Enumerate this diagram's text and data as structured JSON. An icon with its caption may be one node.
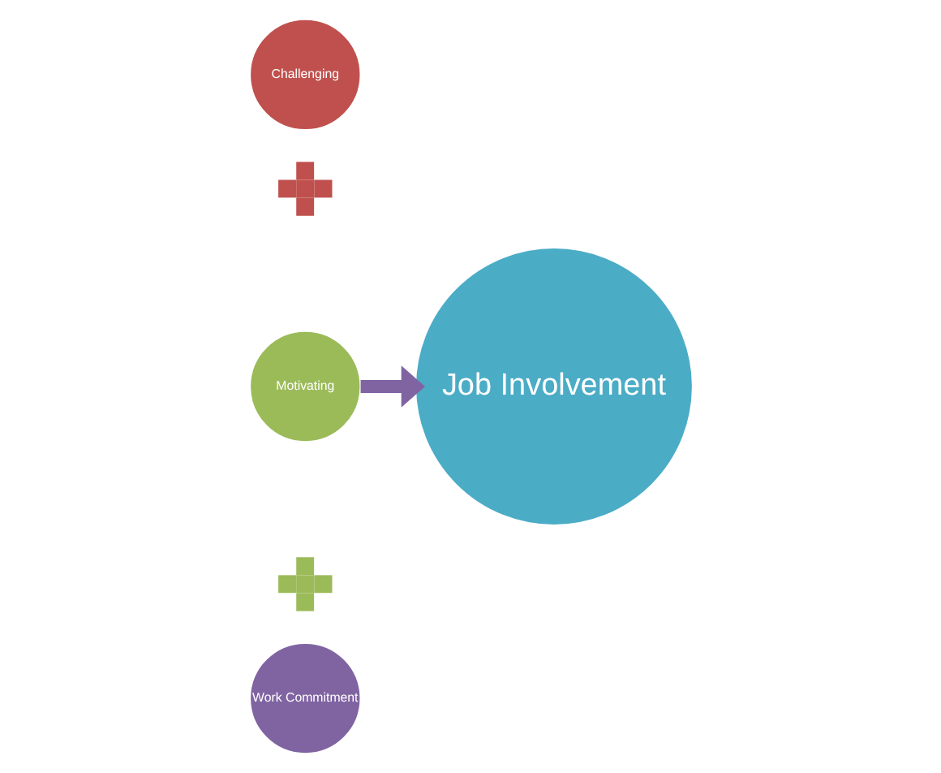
{
  "diagram": {
    "nodes": [
      {
        "text": [
          "Challenging"
        ]
      },
      {
        "text": [],
        "shape": "plus"
      },
      {
        "text": [
          "Motivating"
        ]
      },
      {
        "text": [],
        "shape": "plus"
      },
      {
        "text": [
          "Work Commitment"
        ]
      },
      {
        "text": [
          "Job Involvement"
        ]
      }
    ],
    "edges": [
      {
        "from": 2,
        "to": 5,
        "arrow": "to",
        "color": "#8064a2"
      }
    ]
  }
}
